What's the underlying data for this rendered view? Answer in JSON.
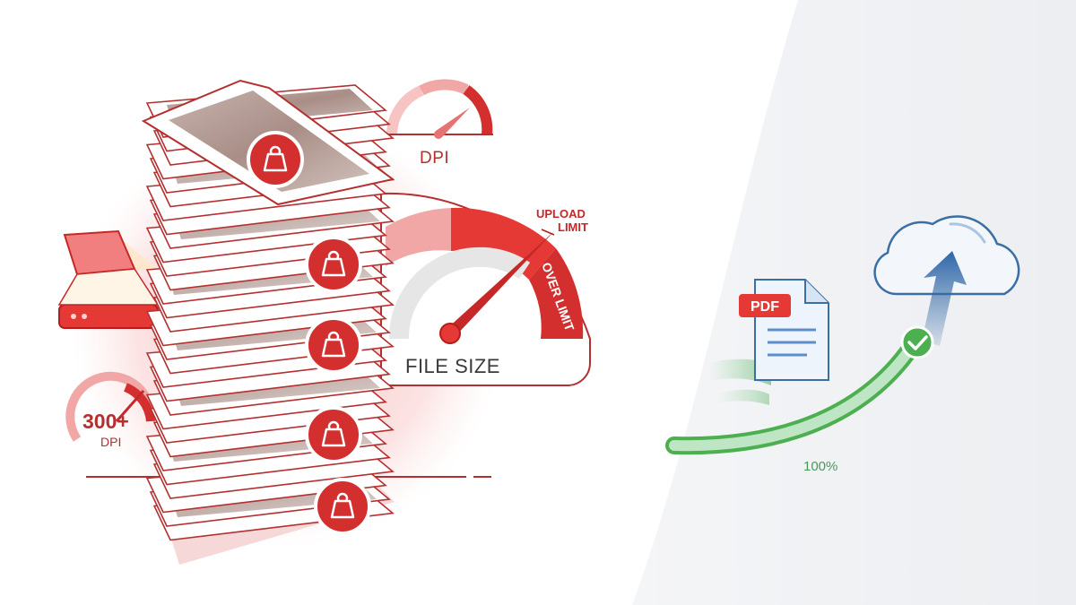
{
  "gauges": {
    "file_size": {
      "label": "FILE SIZE",
      "limit_label_line1": "UPLOAD",
      "limit_label_line2": "LIMIT",
      "over_label": "OVER LIMIT"
    },
    "dpi_top": {
      "label": "DPI"
    },
    "dpi_small": {
      "value": "300+",
      "unit": "DPI"
    }
  },
  "document": {
    "badge": "PDF"
  },
  "progress": {
    "value_label": "100%",
    "fraction": 1.0
  },
  "colors": {
    "accent_red": "#d32f2f",
    "soft_red": "#f2a7a7",
    "stroke_red": "#b43030",
    "success_green": "#4caf50",
    "cloud_blue": "#3a6ea5"
  },
  "icons": [
    "scanner-icon",
    "weight-icon",
    "pdf-document-icon",
    "cloud-upload-icon",
    "checkmark-icon"
  ]
}
